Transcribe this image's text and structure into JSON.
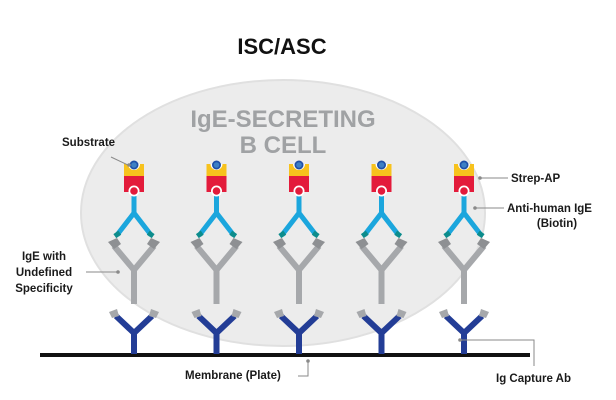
{
  "diagram": {
    "title": "ISC/ASC",
    "cell": {
      "label_line1": "IgE-SECRETING",
      "label_line2": "B CELL"
    },
    "labels": {
      "substrate": "Substrate",
      "strep_ap": "Strep-AP",
      "anti_human_ige_line1": "Anti-human IgE",
      "anti_human_ige_line2": "(Biotin)",
      "ige_line1": "IgE with",
      "ige_line2": "Undefined",
      "ige_line3": "Specificity",
      "membrane": "Membrane (Plate)",
      "capture_ab": "Ig Capture Ab"
    },
    "antibody_stack_count": 5,
    "colors": {
      "cell_fill": "#ececec",
      "cell_stroke": "#dedede",
      "substrate_blue": "#3d7fc4",
      "strep_yellow": "#f7c21d",
      "strep_red": "#e31b3b",
      "anti_human_cyan": "#1ba6dd",
      "anti_human_tip": "#0c8c8c",
      "ige_gray": "#a6a8ab",
      "capture_navy": "#233d96",
      "membrane_black": "#111111",
      "leader_gray": "#8a8a8a"
    }
  }
}
